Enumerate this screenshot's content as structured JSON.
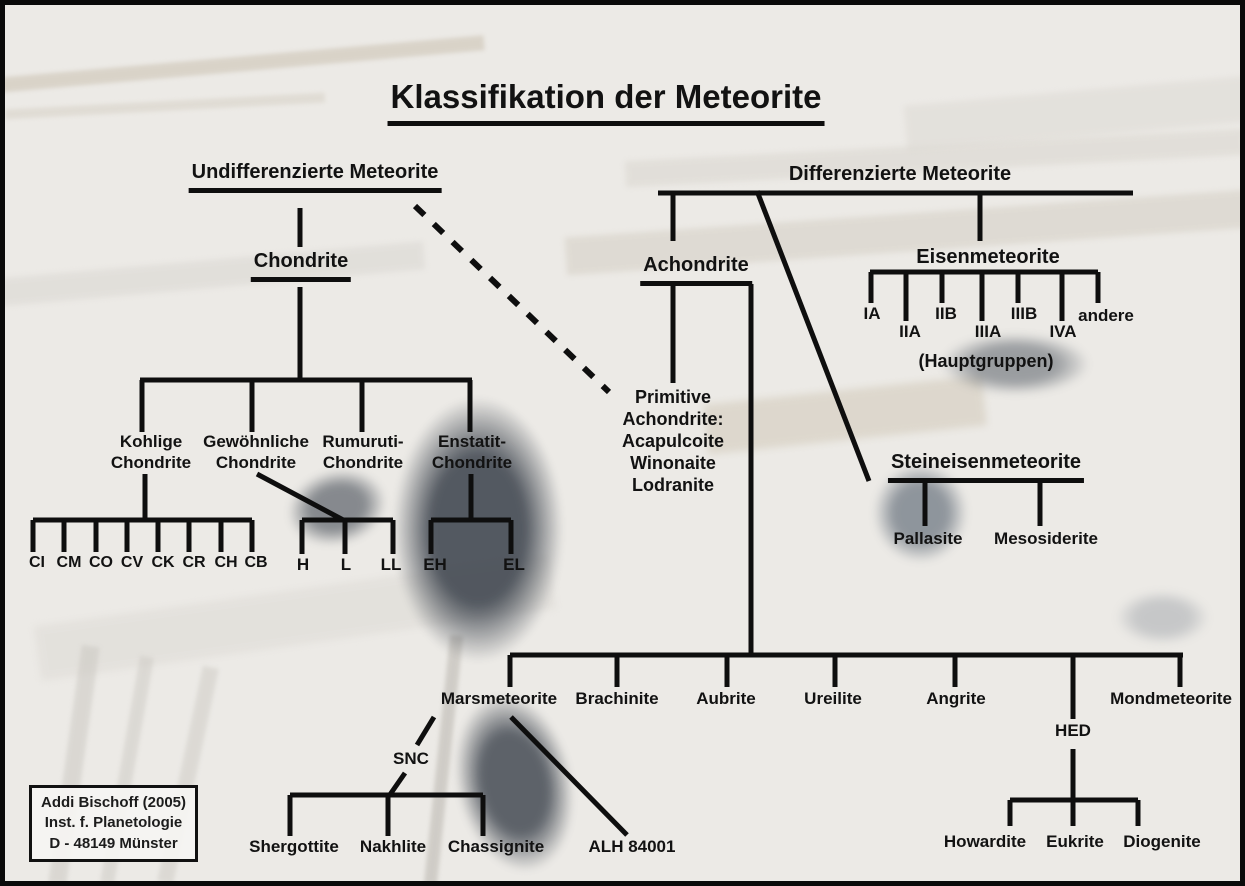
{
  "title": "Klassifikation der Meteorite",
  "credit": {
    "line1": "Addi Bischoff (2005)",
    "line2": "Inst. f. Planetologie",
    "line3": "D - 48149 Münster"
  },
  "colors": {
    "line": "#0e0e0e",
    "background": "#eceae6",
    "dark_inclusion": "#3a414b"
  },
  "undifferentiated": {
    "label": "Undifferenzierte Meteorite",
    "chondrite": "Chondrite",
    "carbonaceous": {
      "line1": "Kohlige",
      "line2": "Chondrite",
      "types": [
        "CI",
        "CM",
        "CO",
        "CV",
        "CK",
        "CR",
        "CH",
        "CB"
      ]
    },
    "ordinary": {
      "line1": "Gewöhnliche",
      "line2": "Chondrite",
      "types": [
        "H",
        "L",
        "LL"
      ]
    },
    "rumuruti": {
      "line1": "Rumuruti-",
      "line2": "Chondrite"
    },
    "enstatite": {
      "line1": "Enstatit-",
      "line2": "Chondrite",
      "types": [
        "EH",
        "EL"
      ]
    }
  },
  "differentiated": {
    "label": "Differenzierte Meteorite",
    "achondrite": {
      "label": "Achondrite",
      "primitive_lines": [
        "Primitive",
        "Achondrite:",
        "Acapulcoite",
        "Winonaite",
        "Lodranite"
      ],
      "children": [
        "Marsmeteorite",
        "Brachinite",
        "Aubrite",
        "Ureilite",
        "Angrite",
        "Mondmeteorite"
      ],
      "snc": "SNC",
      "snc_members": [
        "Shergottite",
        "Nakhlite",
        "Chassignite"
      ],
      "alh": "ALH 84001",
      "hed": "HED",
      "hed_members": [
        "Howardite",
        "Eukrite",
        "Diogenite"
      ]
    },
    "iron": {
      "label": "Eisenmeteorite",
      "row1": [
        "IA",
        "IIB",
        "IIIB",
        "andere"
      ],
      "row2": [
        "IIA",
        "IIIA",
        "IVA"
      ],
      "note": "(Hauptgruppen)"
    },
    "stony_iron": {
      "label": "Steineisenmeteorite",
      "members": [
        "Pallasite",
        "Mesosiderite"
      ]
    }
  }
}
